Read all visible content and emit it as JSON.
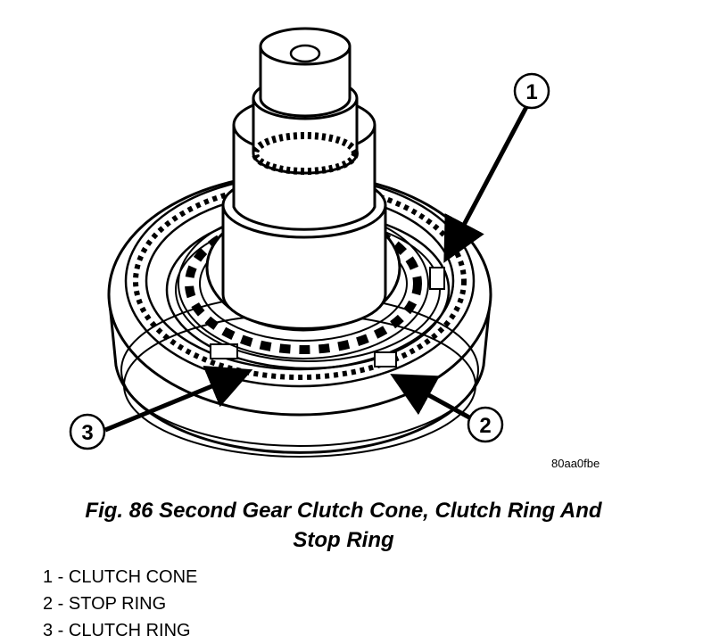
{
  "figure": {
    "code": "80aa0fbe",
    "caption_line1": "Fig. 86 Second Gear Clutch Cone, Clutch Ring And",
    "caption_line2": "Stop Ring"
  },
  "callouts": [
    {
      "number": "1",
      "part": "CLUTCH CONE"
    },
    {
      "number": "2",
      "part": "STOP RING"
    },
    {
      "number": "3",
      "part": "CLUTCH RING"
    }
  ],
  "legend": [
    "1 - CLUTCH CONE",
    "2 - STOP RING",
    "3 - CLUTCH RING"
  ]
}
